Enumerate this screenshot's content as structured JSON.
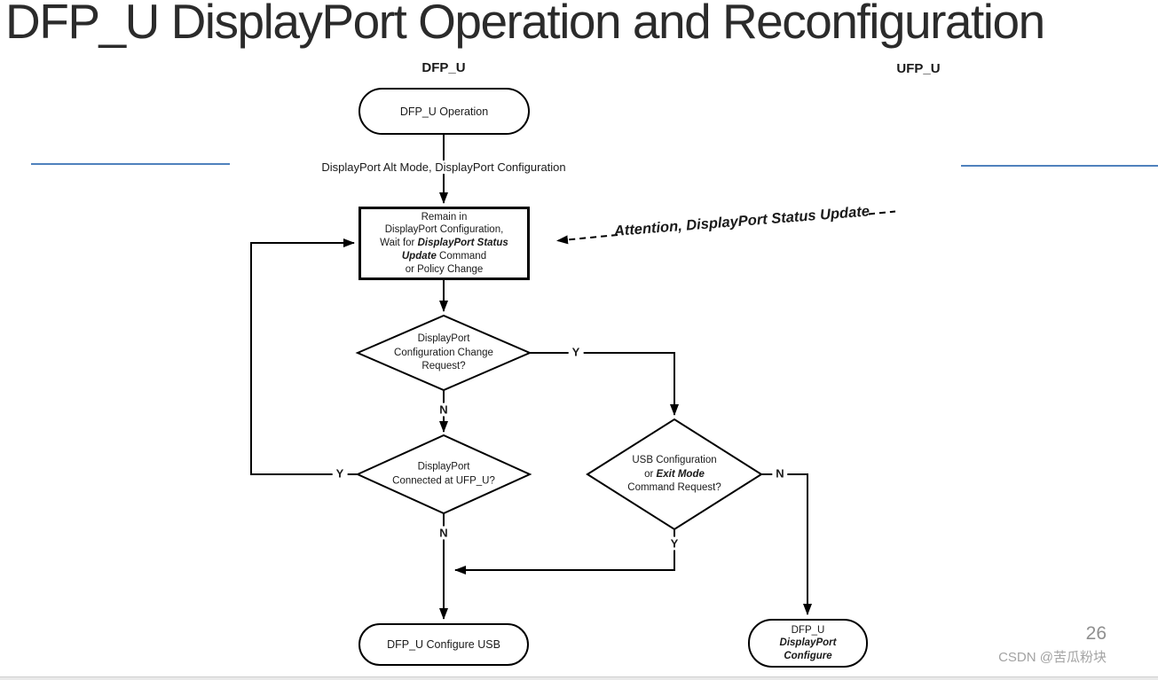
{
  "header": {
    "title": "DFP_U DisplayPort Operation and Reconfiguration"
  },
  "lanes": {
    "left": "DFP_U",
    "right": "UFP_U"
  },
  "flowchart": {
    "start_oval": "DFP_U Operation",
    "transition_label": "DisplayPort Alt Mode, DisplayPort Configuration",
    "wait_box": {
      "line1": "Remain in",
      "line2": "DisplayPort Configuration,",
      "line3_plain": "Wait for ",
      "line3_em": "DisplayPort Status",
      "line4_em": "Update",
      "line4_plain": " Command",
      "line5": "or Policy Change"
    },
    "annotation": "Attention, DisplayPort Status Update",
    "decision_config_change": {
      "line1": "DisplayPort",
      "line2": "Configuration Change",
      "line3": "Request?",
      "yes": "Y",
      "no": "N"
    },
    "decision_connected": {
      "line1": "DisplayPort",
      "line2": "Connected at UFP_U?",
      "yes": "Y",
      "no": "N"
    },
    "decision_usb_exit": {
      "line1": "USB Configuration",
      "line2_plain": "or ",
      "line2_em": "Exit Mode",
      "line3": "Command Request?",
      "yes": "Y",
      "no": "N"
    },
    "end_oval_usb": "DFP_U Configure USB",
    "end_oval_dp": {
      "line1": "DFP_U",
      "line2": "DisplayPort",
      "line3": "Configure"
    }
  },
  "footer": {
    "page_number": "26",
    "watermark": "CSDN @苦瓜粉块"
  },
  "colors": {
    "divider_blue": "#4f81bd",
    "flow_stroke": "#000000",
    "watermark_gray": "#9e9e9e"
  }
}
